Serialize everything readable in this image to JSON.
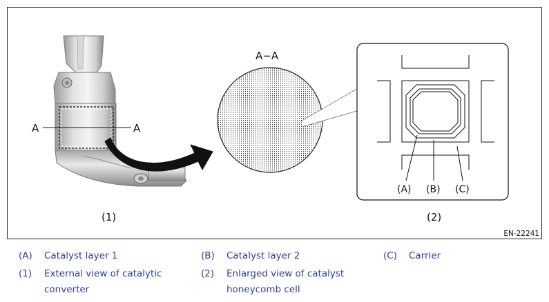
{
  "figure": {
    "section_label": "A−A",
    "cut_label_left": "A",
    "cut_label_right": "A",
    "panel1_label": "(1)",
    "panel2_label": "(2)",
    "callout_a": "(A)",
    "callout_b": "(B)",
    "callout_c": "(C)",
    "figure_id": "EN-22241"
  },
  "legend": {
    "items": [
      {
        "key": "(A)",
        "text": "Catalyst layer 1"
      },
      {
        "key": "(B)",
        "text": "Catalyst layer 2"
      },
      {
        "key": "(C)",
        "text": "Carrier"
      },
      {
        "key": "(1)",
        "text": "External view of catalytic converter"
      },
      {
        "key": "(2)",
        "text": "Enlarged view of catalyst honeycomb cell"
      }
    ]
  },
  "colors": {
    "legend_text": "#2b3f9e",
    "frame": "#222222",
    "converter_body": "#c8c8c8"
  }
}
